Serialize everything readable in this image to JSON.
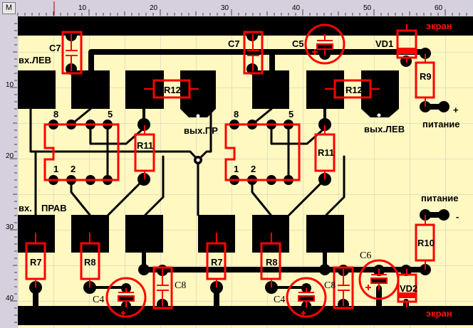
{
  "toolbar": {
    "m_button": "M"
  },
  "ruler": {
    "top_ticks": [
      "10",
      "20",
      "30",
      "40",
      "50",
      "60"
    ],
    "left_ticks": [
      "10",
      "20",
      "30",
      "40"
    ]
  },
  "board": {
    "screen_top": "экран",
    "screen_bottom": "экран",
    "input_left": "вх.ЛЕВ",
    "input_right_a": "вх.",
    "input_right_b": "ПРАВ",
    "output_right": "вых.ПР",
    "output_left": "вых.ЛЕВ",
    "power_plus_label": "питание",
    "power_minus_label": "питание",
    "plus_sign": "+",
    "minus_sign": "-"
  },
  "components": {
    "c7_left": "C7",
    "c7_right": "C7",
    "c5": "C5",
    "vd1": "VD1",
    "r9": "R9",
    "r12_left": "R12",
    "r12_right": "R12",
    "r11_left": "R11",
    "r11_right": "R11",
    "r7_left": "R7",
    "r8_left": "R8",
    "r7_right": "R7",
    "r8_right": "R8",
    "c4_left": "C4",
    "c4_right": "C4",
    "c8_left": "C8",
    "c8_right": "C8",
    "c6": "C6",
    "vd2": "VD2",
    "r10": "R10"
  },
  "chips": {
    "left": {
      "pin8": "8",
      "pin5": "5",
      "pin1": "1",
      "pin2": "2"
    },
    "right": {
      "pin8": "8",
      "pin5": "5",
      "pin1": "1",
      "pin2": "2"
    }
  },
  "colors": {
    "board": "#fff8c0",
    "copper": "#000000",
    "silkscreen": "#ff0000",
    "ruler": "#d4d0dc"
  }
}
